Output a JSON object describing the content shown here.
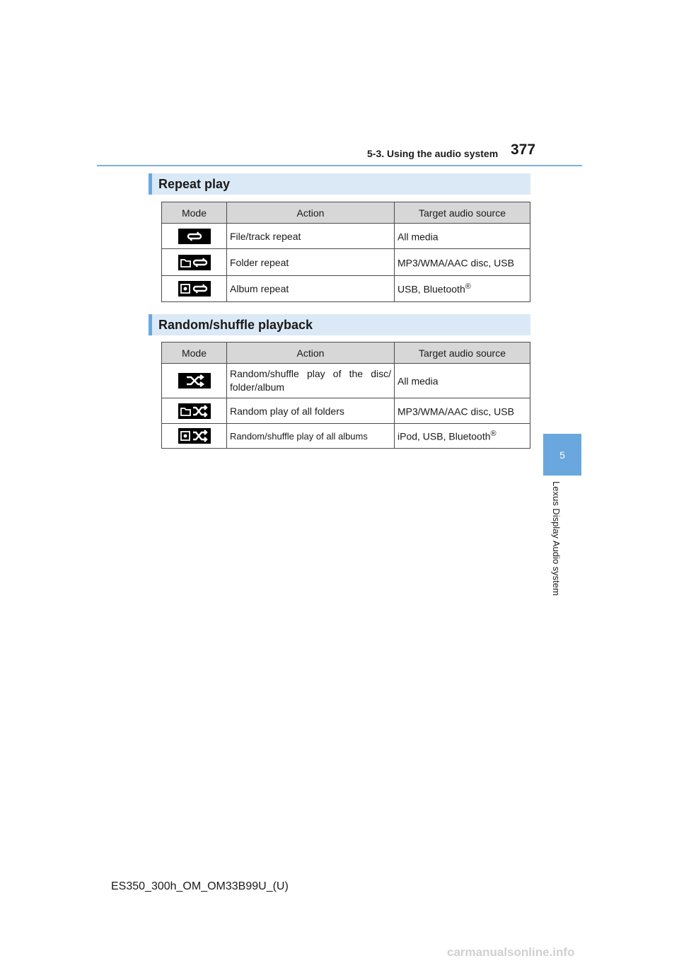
{
  "header": {
    "section_title": "5-3. Using the audio system",
    "page_number": "377"
  },
  "side_tab": {
    "number": "5",
    "label": "Lexus Display Audio system"
  },
  "columns": {
    "mode": "Mode",
    "action": "Action",
    "target": "Target audio source"
  },
  "repeat": {
    "heading": "Repeat play",
    "rows": [
      {
        "icon": "track-repeat-icon",
        "action": "File/track repeat",
        "target": "All media",
        "sup": ""
      },
      {
        "icon": "folder-repeat-icon",
        "action": "Folder repeat",
        "target": "MP3/WMA/AAC disc, USB",
        "sup": ""
      },
      {
        "icon": "album-repeat-icon",
        "action": "Album repeat",
        "target": "USB, Bluetooth",
        "sup": "®"
      }
    ]
  },
  "shuffle": {
    "heading": "Random/shuffle playback",
    "rows": [
      {
        "icon": "shuffle-icon",
        "action": "Random/shuffle play of the disc/ folder/album",
        "target": "All media",
        "sup": ""
      },
      {
        "icon": "folder-shuffle-icon",
        "action": "Random play of all folders",
        "target": "MP3/WMA/AAC disc, USB",
        "sup": ""
      },
      {
        "icon": "album-shuffle-icon",
        "action": "Random/shuffle play of all albums",
        "target": "iPod, USB, Bluetooth",
        "sup": "®"
      }
    ]
  },
  "footer": {
    "code": "ES350_300h_OM_OM33B99U_(U)",
    "watermark": "carmanualsonline.info"
  }
}
